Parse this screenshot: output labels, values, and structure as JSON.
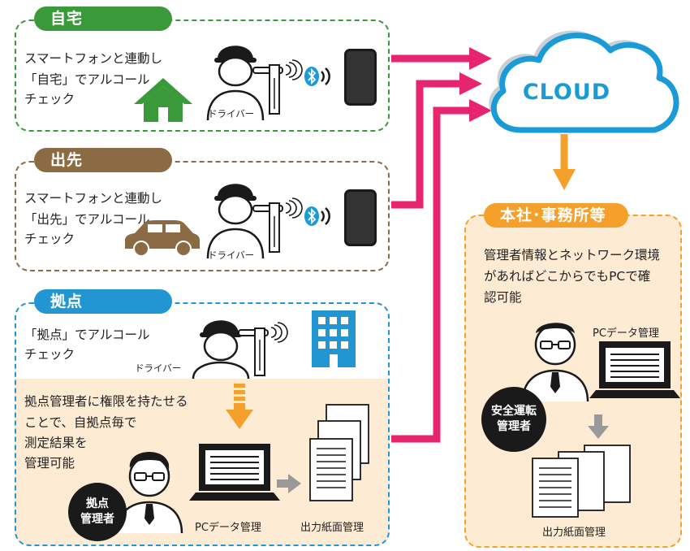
{
  "colors": {
    "home": "#3a9a3a",
    "outside": "#8b6b44",
    "base": "#2196d3",
    "office": "#f5a02a",
    "arrow_magenta": "#e6256e",
    "cloud_blue": "#1a9bd7",
    "panel_fill": "#fdebd3"
  },
  "home": {
    "tag": "自宅",
    "lines": [
      "スマートフォンと連動し",
      "「自宅」でアルコール",
      "チェック"
    ],
    "driver_label": "ドライバー",
    "icon": "house-icon"
  },
  "outside": {
    "tag": "出先",
    "lines": [
      "スマートフォンと連動し",
      "「出先」でアルコール",
      "チェック"
    ],
    "driver_label": "ドライバー",
    "icon": "car-icon"
  },
  "base": {
    "tag": "拠点",
    "lines": [
      "「拠点」でアルコール",
      "チェック"
    ],
    "driver_label": "ドライバー",
    "icon": "building-icon",
    "manager_lines": [
      "拠点管理者に権限を持たせる",
      "ことで、自拠点毎で",
      "測定結果を",
      "管理可能"
    ],
    "badge": [
      "拠点",
      "管理者"
    ],
    "pc_label": "PCデータ管理",
    "paper_label": "出力紙面管理"
  },
  "cloud": {
    "label": "CLOUD"
  },
  "office": {
    "tag": "本社･事務所等",
    "lines": [
      "管理者情報とネットワーク環境",
      "があればどこからでもPCで確",
      "認可能"
    ],
    "pc_label": "PCデータ管理",
    "badge": [
      "安全運転",
      "管理者"
    ],
    "paper_label": "出力紙面管理"
  }
}
